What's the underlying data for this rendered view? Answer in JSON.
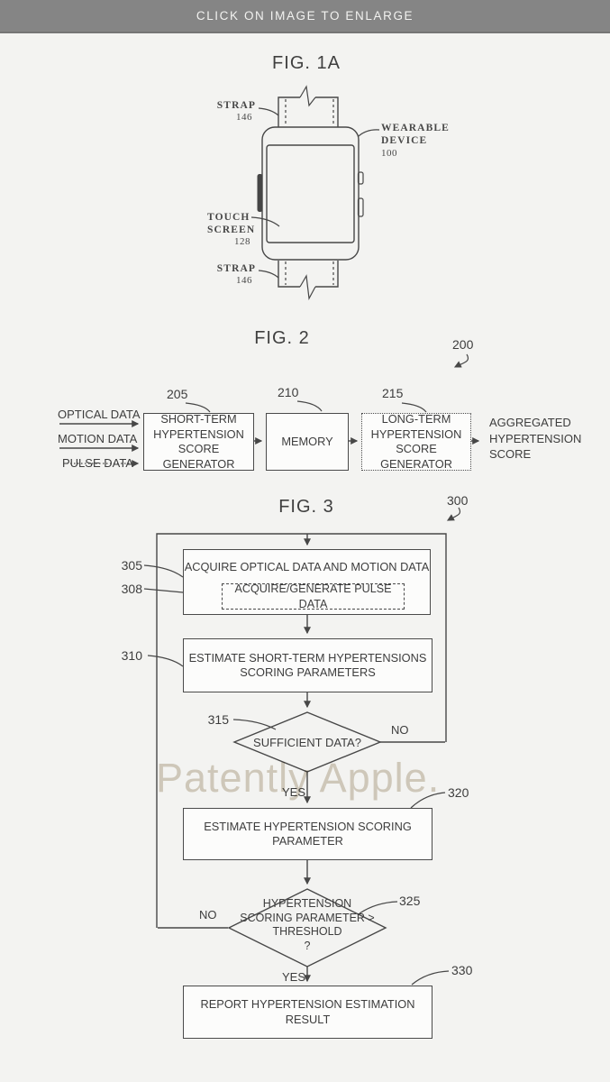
{
  "banner": {
    "text": "CLICK ON IMAGE TO ENLARGE"
  },
  "watermark": "Patently Apple.",
  "fig1a": {
    "title": "FIG. 1A",
    "annotations": {
      "strap_top": {
        "label": "STRAP",
        "ref": "146"
      },
      "wearable_device": {
        "label": "WEARABLE\nDEVICE",
        "ref": "100"
      },
      "touch_screen": {
        "label": "TOUCH\nSCREEN",
        "ref": "128"
      },
      "strap_bottom": {
        "label": "STRAP",
        "ref": "146"
      }
    }
  },
  "fig2": {
    "title": "FIG. 2",
    "ref": "200",
    "inputs": [
      {
        "label": "OPTICAL DATA",
        "arrow": "solid"
      },
      {
        "label": "MOTION DATA",
        "arrow": "solid"
      },
      {
        "label": "PULSE DATA",
        "arrow": "dashed"
      }
    ],
    "boxes": [
      {
        "ref": "205",
        "label": "SHORT-TERM\nHYPERTENSION\nSCORE GENERATOR",
        "border": "solid"
      },
      {
        "ref": "210",
        "label": "MEMORY",
        "border": "solid"
      },
      {
        "ref": "215",
        "label": "LONG-TERM\nHYPERTENSION\nSCORE GENERATOR",
        "border": "dotted"
      }
    ],
    "output_label": "AGGREGATED\nHYPERTENSION\nSCORE"
  },
  "fig3": {
    "title": "FIG. 3",
    "ref": "300",
    "steps": {
      "acquire": {
        "ref": "305",
        "label": "ACQUIRE OPTICAL DATA AND MOTION DATA"
      },
      "pulse": {
        "ref": "308",
        "label": "ACQUIRE/GENERATE PULSE DATA"
      },
      "estimate_short": {
        "ref": "310",
        "label": "ESTIMATE SHORT-TERM HYPERTENSIONS\nSCORING PARAMETERS"
      },
      "sufficient": {
        "ref": "315",
        "label": "SUFFICIENT DATA?"
      },
      "estimate": {
        "ref": "320",
        "label": "ESTIMATE HYPERTENSION SCORING PARAMETER"
      },
      "threshold": {
        "ref": "325",
        "label": "HYPERTENSION\nSCORING PARAMETER >\nTHRESHOLD\n?"
      },
      "report": {
        "ref": "330",
        "label": "REPORT HYPERTENSION ESTIMATION RESULT"
      }
    },
    "branches": {
      "no_sufficient": "NO",
      "yes_sufficient": "YES",
      "no_threshold": "NO",
      "yes_threshold": "YES"
    }
  },
  "colors": {
    "banner_bg": "#858585",
    "page_bg": "#f3f3f1",
    "line": "#474747",
    "text": "#3d3d3d",
    "watermark": "#d8d1c4"
  }
}
